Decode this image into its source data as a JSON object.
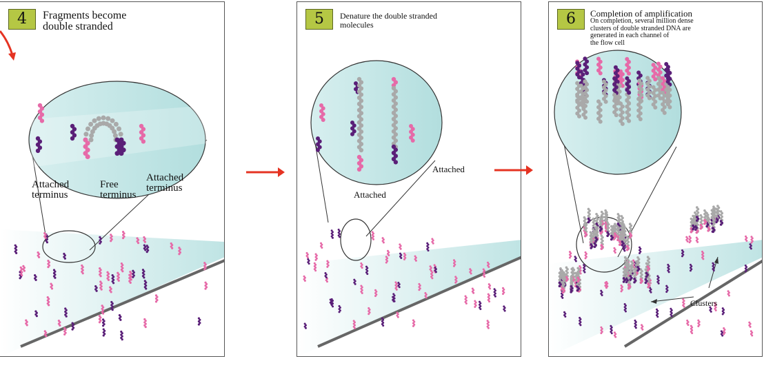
{
  "panels": [
    {
      "number": "4",
      "title_lines": [
        "Fragments become",
        "double stranded"
      ],
      "labels": {
        "attached_left_1": "Attached",
        "attached_left_2": "terminus",
        "free_1": "Free",
        "free_2": "terminus",
        "attached_right_1": "Attached",
        "attached_right_2": "terminus"
      }
    },
    {
      "number": "5",
      "title_lines": [
        "Denature the double stranded",
        "molecules"
      ],
      "labels": {
        "attached_right": "Attached",
        "attached_bottom": "Attached"
      }
    },
    {
      "number": "6",
      "title": "Completion of amplification",
      "subtitle_lines": [
        "On completion, several million dense",
        "clusters of double stranded DNA are",
        "generated in each channel of",
        "the flow cell"
      ],
      "labels": {
        "clusters": "Clusters"
      }
    }
  ],
  "colors": {
    "number_box": "#b5c744",
    "pink": "#e66aa8",
    "purple": "#5a1f78",
    "gray": "#a9a9a9",
    "surface": "#cfeaea",
    "arrow": "#e53322"
  }
}
